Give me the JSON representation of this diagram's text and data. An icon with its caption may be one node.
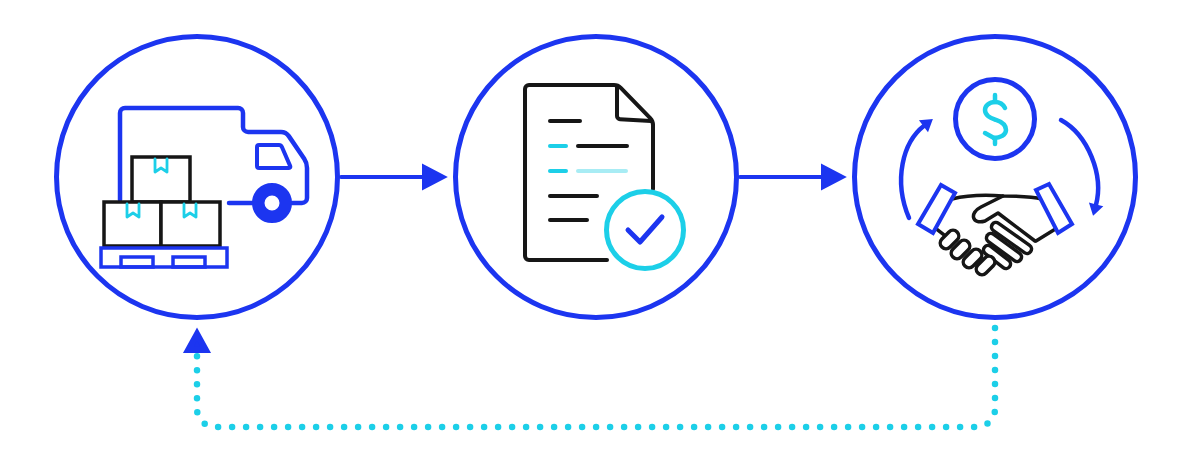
{
  "diagram": {
    "nodes": [
      {
        "text": [],
        "shape": "circle"
      },
      {
        "text": [],
        "shape": "circle"
      },
      {
        "text": [],
        "shape": "circle"
      }
    ],
    "edges": [
      {
        "from": 0,
        "to": 1,
        "arrow": "to"
      },
      {
        "from": 1,
        "to": 2,
        "arrow": "to"
      },
      {
        "from": 2,
        "to": 0,
        "arrow": "to",
        "style": "dashed",
        "color": "#1ccfe8"
      }
    ]
  }
}
